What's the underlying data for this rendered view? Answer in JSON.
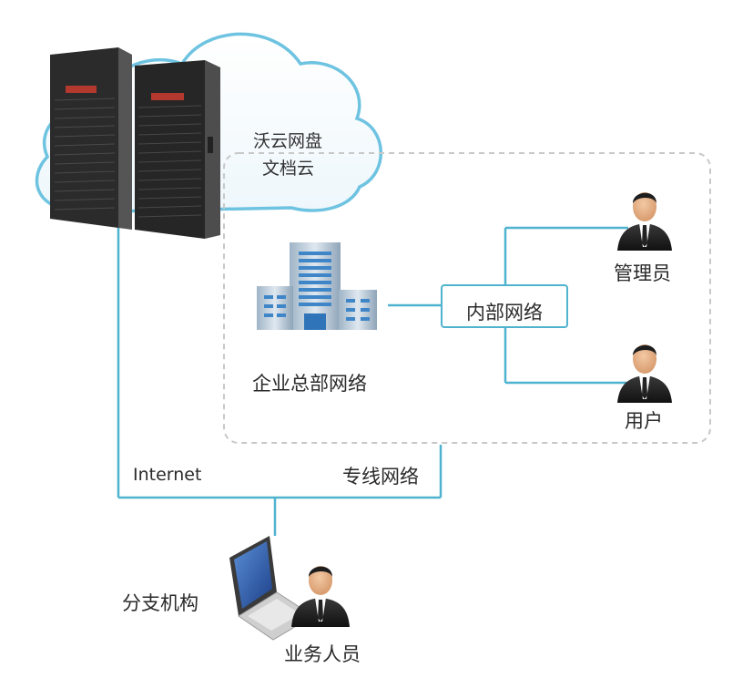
{
  "cloud": {
    "line1": "沃云网盘",
    "line2": "文档云"
  },
  "hq": {
    "label": "企业总部网络"
  },
  "lan": {
    "label": "内部网络"
  },
  "admin": {
    "label": "管理员"
  },
  "user": {
    "label": "用户"
  },
  "links": {
    "internet": "Internet",
    "private_line": "专线网络"
  },
  "branch": {
    "label": "分支机构",
    "staff": "业务人员"
  },
  "colors": {
    "line": "#4fb3cf",
    "cloud_stroke": "#6ec3e1",
    "dashed_box": "#c8c8c8",
    "server_body": "#2b2b2b"
  }
}
